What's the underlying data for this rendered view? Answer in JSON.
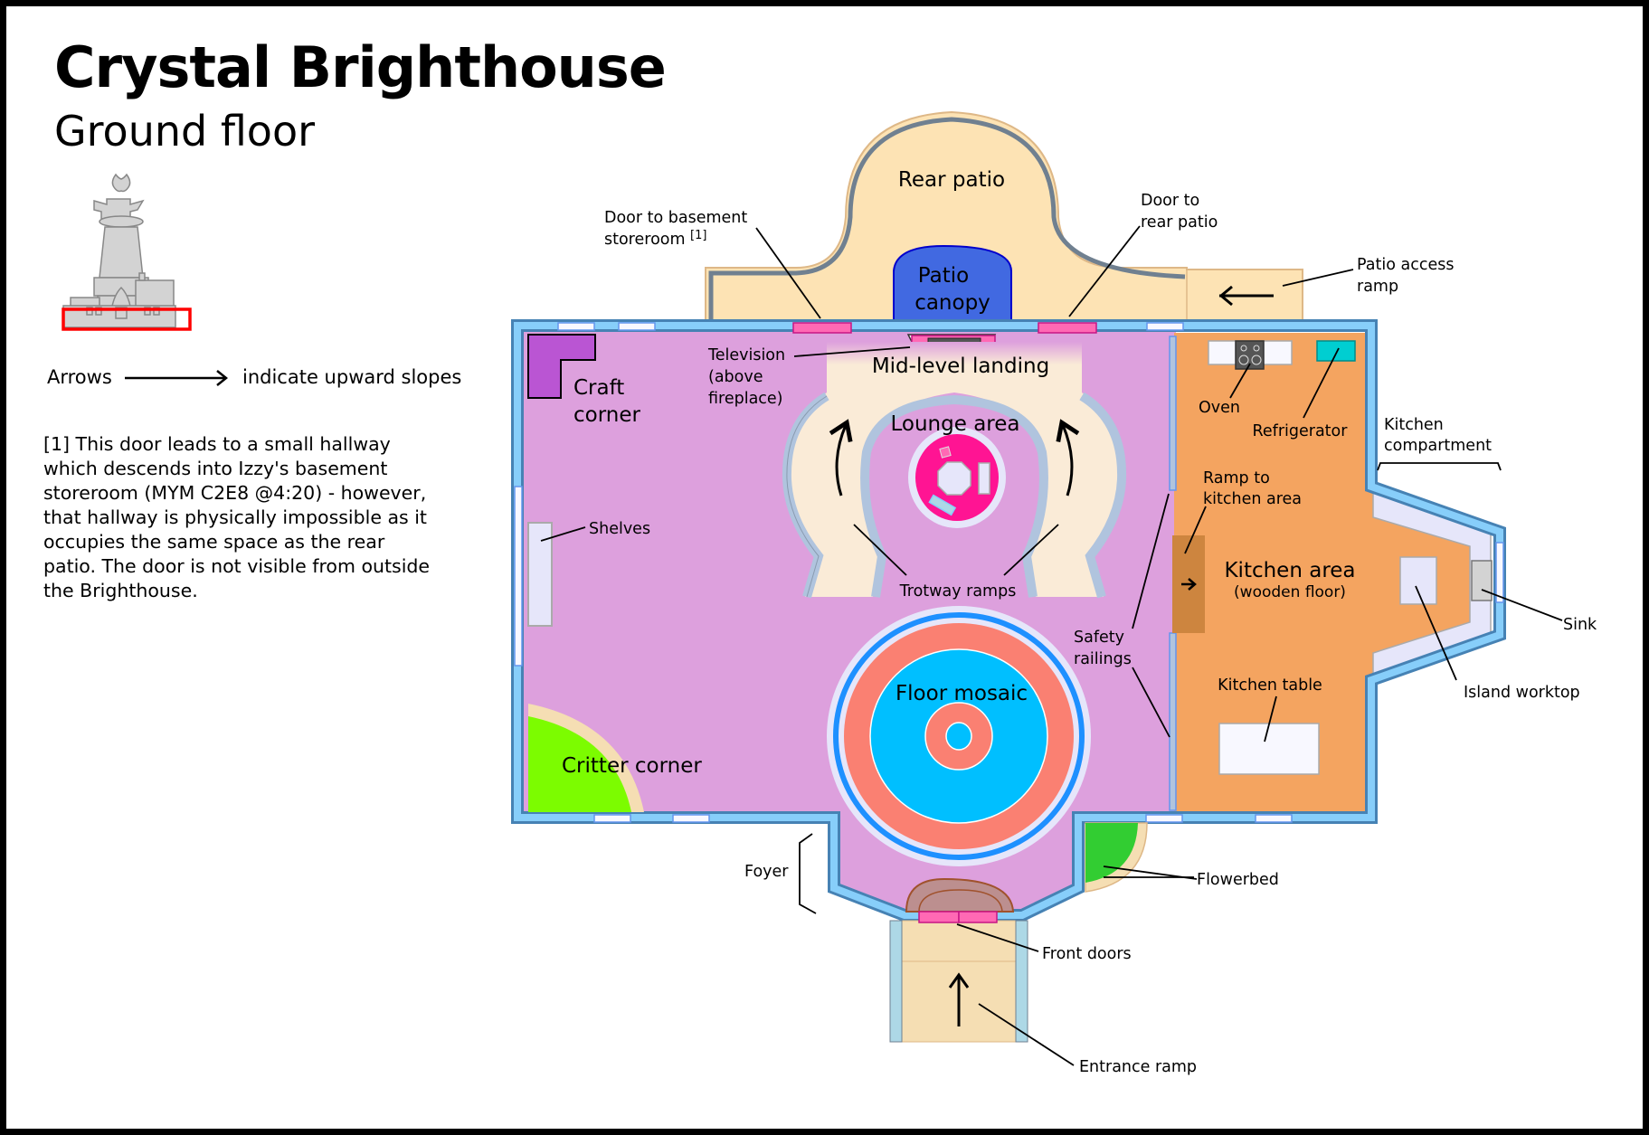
{
  "header": {
    "title": "Crystal Brighthouse",
    "subtitle": "Ground floor"
  },
  "legend": {
    "arrows_label": "Arrows",
    "slopes_label": "indicate upward slopes",
    "arrow_icon": "right-arrow-icon"
  },
  "footnote": {
    "text": "[1] This door leads to a small hallway which descends into Izzy's basement storeroom (MYM C2E8 @4:20) - however, that hallway is physically impossible as it occupies the same space as the rear patio. The door is not visible from outside the Brighthouse."
  },
  "colors": {
    "main_floor": "#dda0dd",
    "kitchen_floor": "#f4a460",
    "wall_outer": "#4682b4",
    "wall_inner": "#87cefa",
    "window": "#f8f8ff",
    "door": "#ff69b4",
    "patio": "#fde3b4",
    "patio_canopy": "#4169e1",
    "mosaic_outer": "#fa8072",
    "mosaic_inner": "#00bfff",
    "rug": "#ff1493",
    "craft_corner": "#ba55d3",
    "critter_corner": "#7cfc00",
    "flowerbed": "#32cd32",
    "refrigerator": "#00ced1",
    "oven": "#555555",
    "ramp_to_kitchen": "#cd853f"
  },
  "labels": {
    "rear_patio": "Rear patio",
    "patio_canopy_1": "Patio",
    "patio_canopy_2": "canopy",
    "door_basement_1": "Door to basement",
    "door_basement_2": "storeroom",
    "door_basement_ref": "[1]",
    "door_rear_patio_1": "Door to",
    "door_rear_patio_2": "rear patio",
    "patio_ramp_1": "Patio access",
    "patio_ramp_2": "ramp",
    "television_1": "Television",
    "television_2": "(above",
    "television_3": "fireplace)",
    "mid_level_landing": "Mid-level landing",
    "craft_corner_1": "Craft",
    "craft_corner_2": "corner",
    "lounge_area": "Lounge area",
    "shelves": "Shelves",
    "trotway_ramps": "Trotway ramps",
    "oven": "Oven",
    "refrigerator": "Refrigerator",
    "kitchen_compartment_1": "Kitchen",
    "kitchen_compartment_2": "compartment",
    "ramp_to_kitchen_1": "Ramp to",
    "ramp_to_kitchen_2": "kitchen area",
    "kitchen_area": "Kitchen area",
    "kitchen_floor_note": "(wooden floor)",
    "sink": "Sink",
    "island_worktop": "Island worktop",
    "safety_railings_1": "Safety",
    "safety_railings_2": "railings",
    "kitchen_table": "Kitchen table",
    "floor_mosaic": "Floor mosaic",
    "critter_corner": "Critter corner",
    "foyer": "Foyer",
    "flowerbed": "Flowerbed",
    "front_doors": "Front doors",
    "entrance_ramp": "Entrance ramp"
  }
}
